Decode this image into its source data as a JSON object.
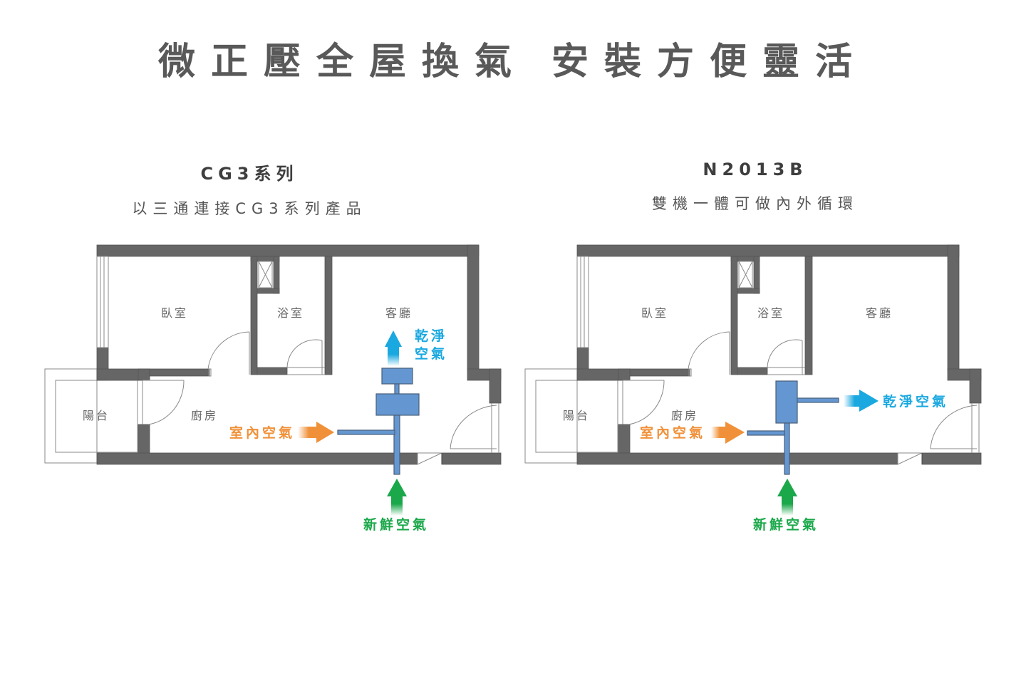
{
  "title": {
    "part1": "微正壓全屋換氣",
    "part2": "安裝方便靈活"
  },
  "colors": {
    "wall": "#666666",
    "duct": "#6497d1",
    "fresh": "#1aa84a",
    "indoor": "#f0913a",
    "clean": "#1aa8e0",
    "text": "#595959"
  },
  "plans": [
    {
      "model": "CG3系列",
      "description": "以三通連接CG3系列產品",
      "rooms": {
        "bedroom": "臥室",
        "bathroom": "浴室",
        "living": "客廳",
        "balcony": "陽台",
        "kitchen": "廚房"
      },
      "flows": {
        "indoor": "室內空氣",
        "fresh": "新鮮空氣",
        "clean_line1": "乾淨",
        "clean_line2": "空氣"
      }
    },
    {
      "model": "N2013B",
      "description": "雙機一體可做內外循環",
      "rooms": {
        "bedroom": "臥室",
        "bathroom": "浴室",
        "living": "客廳",
        "balcony": "陽台",
        "kitchen": "廚房"
      },
      "flows": {
        "indoor": "室內空氣",
        "fresh": "新鮮空氣",
        "clean": "乾淨空氣"
      }
    }
  ]
}
